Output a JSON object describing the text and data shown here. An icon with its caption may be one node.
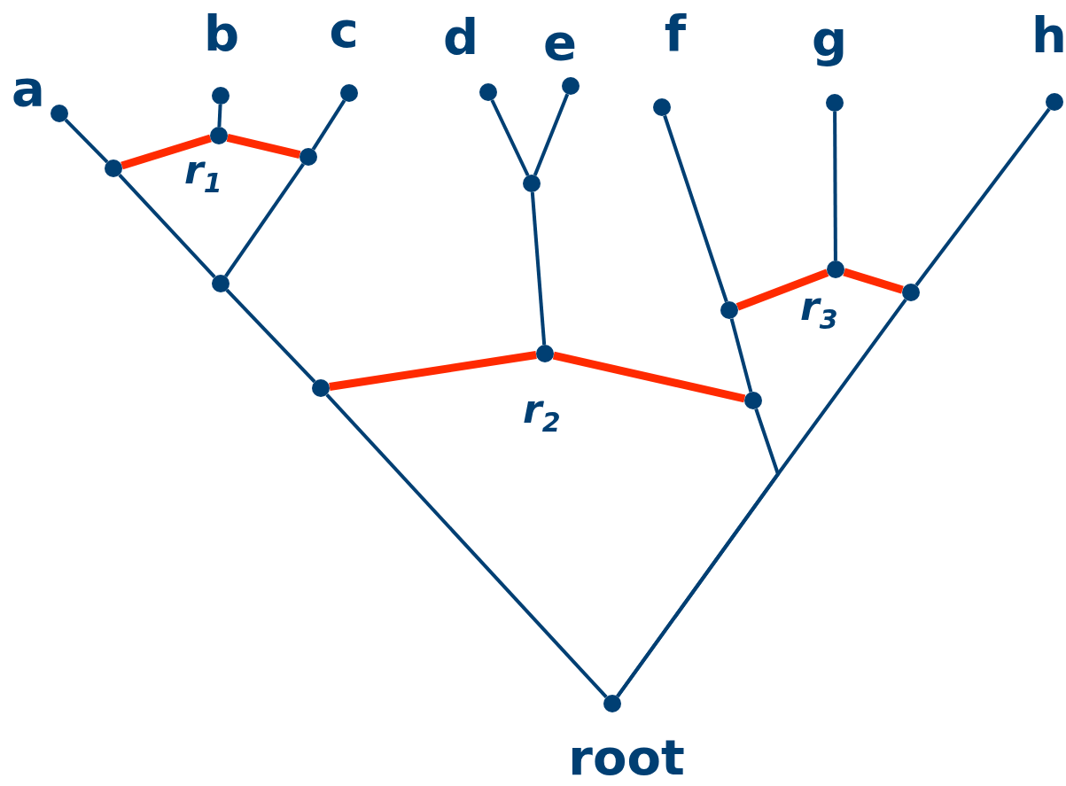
{
  "diagram": {
    "nodes": [
      {
        "text": [
          "a"
        ]
      },
      {
        "text": [
          "b"
        ]
      },
      {
        "text": [
          "c"
        ]
      },
      {
        "text": [
          "d"
        ]
      },
      {
        "text": [
          "e"
        ]
      },
      {
        "text": [
          "f"
        ]
      },
      {
        "text": [
          "g"
        ]
      },
      {
        "text": [
          "h"
        ]
      },
      {
        "text": [],
        "shape": "circle",
        "beside": [
          "r$_{1}$"
        ]
      },
      {
        "text": [],
        "shape": "circle"
      },
      {
        "text": [],
        "shape": "circle"
      },
      {
        "text": [],
        "shape": "circle"
      },
      {
        "text": [],
        "shape": "circle"
      },
      {
        "text": [],
        "shape": "circle",
        "beside": [
          "r$_{3}$"
        ]
      },
      {
        "text": [],
        "shape": "circle"
      },
      {
        "text": [],
        "shape": "circle"
      },
      {
        "text": [],
        "shape": "circle",
        "beside": [
          "r$_{2}$"
        ]
      },
      {
        "text": [],
        "shape": "circle"
      },
      {
        "text": [],
        "shape": "circle"
      },
      {
        "text": [
          "root"
        ]
      }
    ],
    "edges": [
      {
        "from": 19,
        "to": 17,
        "arrow": "none"
      },
      {
        "from": 17,
        "to": 12,
        "arrow": "none"
      },
      {
        "from": 12,
        "to": 9,
        "arrow": "none"
      },
      {
        "from": 9,
        "to": 0,
        "arrow": "none"
      },
      {
        "from": 12,
        "to": 10,
        "arrow": "none"
      },
      {
        "from": 10,
        "to": 2,
        "arrow": "none"
      },
      {
        "from": 9,
        "to": 8,
        "arrow": "none",
        "style": "thick",
        "color": "#ff2a00"
      },
      {
        "from": 10,
        "to": 8,
        "arrow": "none",
        "style": "thick",
        "color": "#ff2a00"
      },
      {
        "from": 8,
        "to": 1,
        "arrow": "none"
      },
      {
        "from": 17,
        "to": 16,
        "arrow": "none",
        "style": "thick",
        "color": "#ff2a00"
      },
      {
        "from": 18,
        "to": 16,
        "arrow": "none",
        "style": "thick",
        "color": "#ff2a00"
      },
      {
        "from": 16,
        "to": 11,
        "arrow": "none"
      },
      {
        "from": 11,
        "to": 3,
        "arrow": "none"
      },
      {
        "from": 11,
        "to": 4,
        "arrow": "none"
      },
      {
        "from": 19,
        "to": 18,
        "arrow": "none"
      },
      {
        "from": 18,
        "to": 15,
        "arrow": "none"
      },
      {
        "from": 15,
        "to": 5,
        "arrow": "none"
      },
      {
        "from": 19,
        "to": 14,
        "arrow": "none"
      },
      {
        "from": 14,
        "to": 7,
        "arrow": "none"
      },
      {
        "from": 15,
        "to": 13,
        "arrow": "none",
        "style": "thick",
        "color": "#ff2a00"
      },
      {
        "from": 14,
        "to": 13,
        "arrow": "none",
        "style": "thick",
        "color": "#ff2a00"
      },
      {
        "from": 13,
        "to": 6,
        "arrow": "none"
      }
    ]
  }
}
